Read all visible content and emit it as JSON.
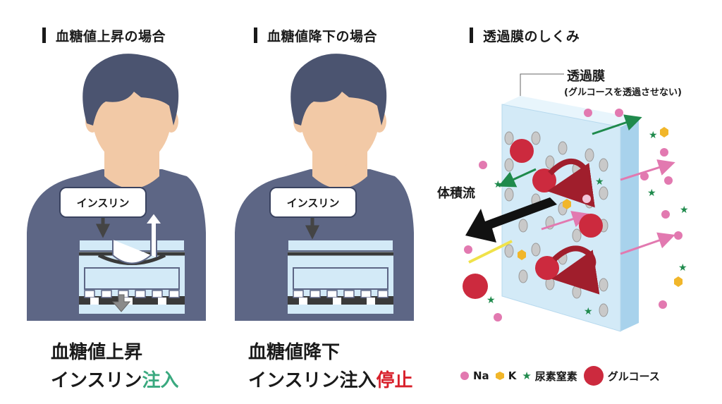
{
  "sections": {
    "rise_title": "血糖値上昇の場合",
    "fall_title": "血糖値降下の場合",
    "membrane_title": "透過膜のしくみ"
  },
  "figure1": {
    "insulin_label": "インスリン",
    "caption_line1": "血糖値上昇",
    "caption_line2_prefix": "インスリン",
    "caption_line2_highlight": "注入"
  },
  "figure2": {
    "insulin_label": "インスリン",
    "caption_line1": "血糖値降下",
    "caption_line2_prefix": "インスリン注入",
    "caption_line2_highlight": "停止"
  },
  "membrane": {
    "label": "透過膜",
    "sublabel": "(グルコースを透過させない)",
    "flow_label": "体積流"
  },
  "legend": {
    "na": "Na",
    "k": "K",
    "urea": "尿素窒素",
    "glucose": "グルコース"
  },
  "colors": {
    "shirt": "#5d6685",
    "hair": "#4b5470",
    "skin": "#f2c9a6",
    "na": "#e279b0",
    "k": "#f1b62a",
    "urea": "#1f8a4c",
    "glucose": "#cc2a3e",
    "membrane": "#d3eaf7",
    "accent_green": "#3aa97f",
    "accent_red": "#d8202b"
  }
}
